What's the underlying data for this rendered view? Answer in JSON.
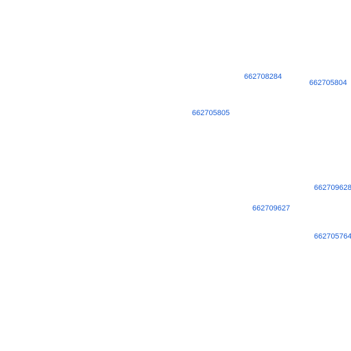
{
  "map": {
    "label_color": "#1a5fd6",
    "background": "#ffffff",
    "parcel_labels": [
      "662708284",
      "662705804",
      "662705805",
      "662709628",
      "662709627",
      "662705764"
    ]
  }
}
